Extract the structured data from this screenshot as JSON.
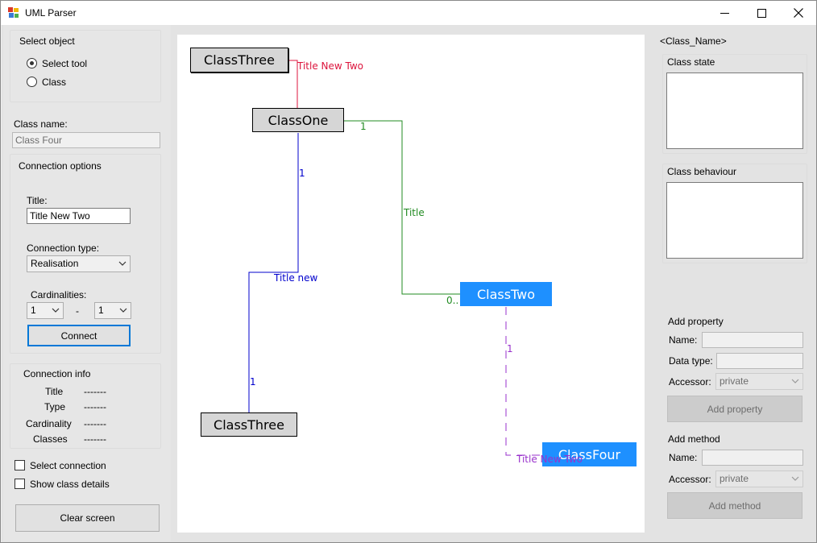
{
  "window": {
    "title": "UML Parser"
  },
  "left": {
    "select_object_label": "Select object",
    "select_tool_label": "Select tool",
    "class_label": "Class",
    "class_name_label": "Class name:",
    "class_name_placeholder": "Class Four",
    "connection_options_label": "Connection options",
    "title_label": "Title:",
    "title_value": "Title New Two",
    "connection_type_label": "Connection type:",
    "connection_type_value": "Realisation",
    "cardinalities_label": "Cardinalities:",
    "cardinality_from": "1",
    "cardinality_separator": "-",
    "cardinality_to": "1",
    "connect_button": "Connect",
    "connection_info_label": "Connection info",
    "info_rows": [
      {
        "key": "Title",
        "value": "-------"
      },
      {
        "key": "Type",
        "value": "-------"
      },
      {
        "key": "Cardinality",
        "value": "-------"
      },
      {
        "key": "Classes",
        "value": "-------"
      }
    ],
    "select_connection_label": "Select connection",
    "show_class_details_label": "Show class details",
    "clear_screen_button": "Clear screen"
  },
  "diagram": {
    "classes": {
      "c3a": "ClassThree",
      "c1": "ClassOne",
      "c2": "ClassTwo",
      "c3b": "ClassThree",
      "c4": "ClassFour"
    },
    "labels": {
      "red_title": "Title New Two",
      "green_card": "1",
      "green_title": "Title",
      "green_card_end": "0..",
      "blue_card_top": "1",
      "blue_title": "Title new",
      "blue_card_bottom": "1",
      "purple_card": "1",
      "purple_title": "Title New Two"
    },
    "colors": {
      "red": "#dc143c",
      "green": "#228b22",
      "blue": "#0000cd",
      "purple": "#9932cc",
      "selected_fill": "#1e90ff"
    }
  },
  "right": {
    "class_name_header": "<Class_Name>",
    "class_state_label": "Class state",
    "class_behaviour_label": "Class behaviour",
    "add_property_label": "Add property",
    "prop_name_label": "Name:",
    "prop_datatype_label": "Data type:",
    "prop_accessor_label": "Accessor:",
    "prop_accessor_value": "private",
    "add_property_button": "Add property",
    "add_method_label": "Add method",
    "method_name_label": "Name:",
    "method_accessor_label": "Accessor:",
    "method_accessor_value": "private",
    "add_method_button": "Add method"
  }
}
